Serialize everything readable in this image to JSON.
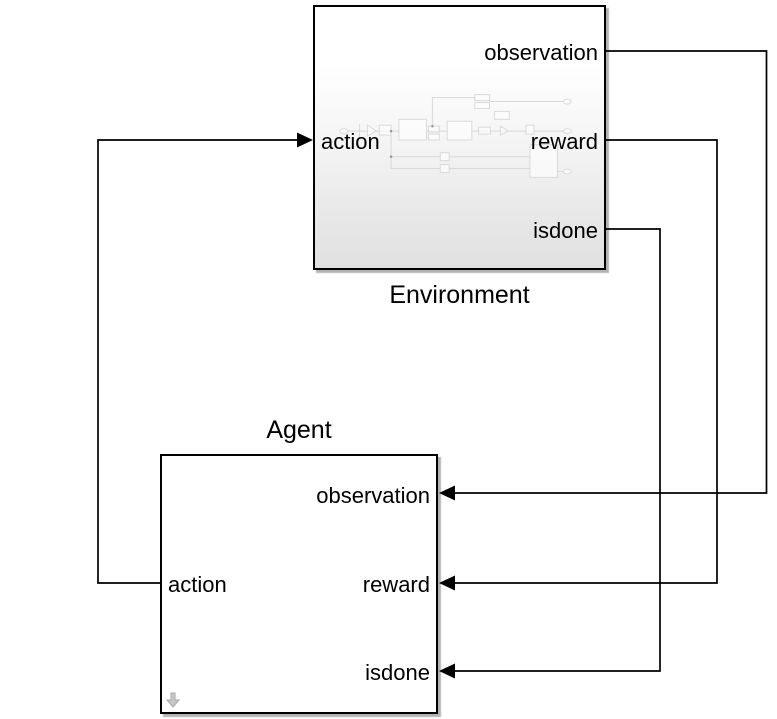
{
  "canvas": {
    "background": "#ffffff"
  },
  "colors": {
    "block_border": "#000000",
    "wire": "#000000",
    "environment_gradient_top": "#ffffff",
    "environment_gradient_bottom": "#e1e1e1",
    "agent_fill": "#ffffff",
    "preview_stroke": "#d9d9d9",
    "badge_fill": "#c8c8c8"
  },
  "environment": {
    "title": "Environment",
    "inputs": [
      {
        "label": "action"
      }
    ],
    "outputs": [
      {
        "label": "observation"
      },
      {
        "label": "reward"
      },
      {
        "label": "isdone"
      }
    ]
  },
  "agent": {
    "title": "Agent",
    "inputs": [
      {
        "label": "observation"
      },
      {
        "label": "reward"
      },
      {
        "label": "isdone"
      }
    ],
    "outputs": [
      {
        "label": "action"
      }
    ]
  },
  "connections": [
    {
      "signal": "observation",
      "from": "Environment",
      "to": "Agent"
    },
    {
      "signal": "reward",
      "from": "Environment",
      "to": "Agent"
    },
    {
      "signal": "isdone",
      "from": "Environment",
      "to": "Agent"
    },
    {
      "signal": "action",
      "from": "Agent",
      "to": "Environment"
    }
  ]
}
